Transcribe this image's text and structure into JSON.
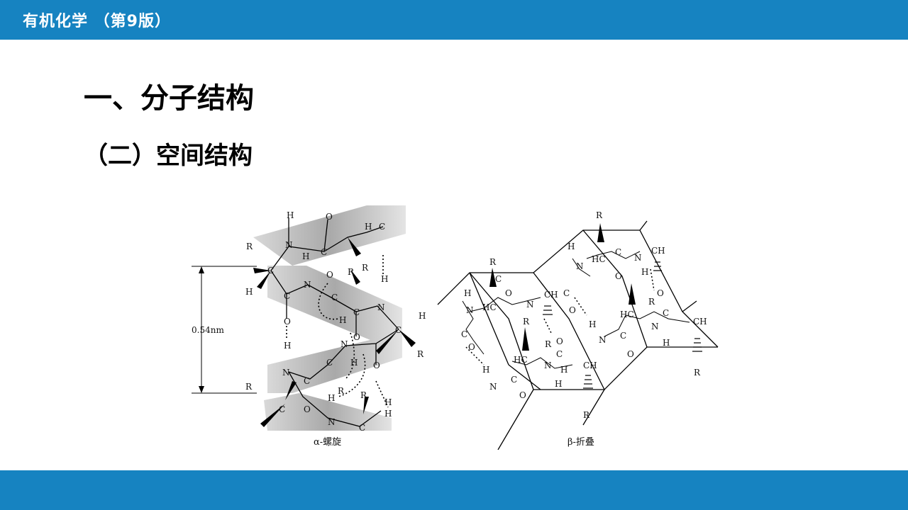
{
  "header": {
    "title": "有机化学 （第9版）"
  },
  "content": {
    "heading": "一、分子结构",
    "subheading": "（二）空间结构"
  },
  "figure": {
    "alpha": {
      "caption": "α-螺旋",
      "pitch_label": "0.54nm"
    },
    "beta": {
      "caption": "β-折叠"
    },
    "atoms": {
      "H": "H",
      "N": "N",
      "C": "C",
      "O": "O",
      "R": "R",
      "HC": "HC",
      "CH": "CH"
    }
  },
  "colors": {
    "bar": "#1683c1",
    "ribbon": "#b7b7b7"
  }
}
